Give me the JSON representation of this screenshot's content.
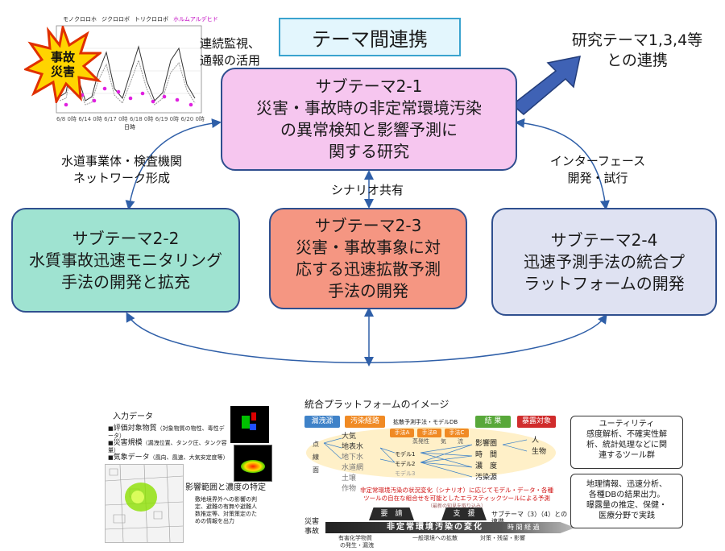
{
  "title": "テーマ間連携",
  "external_link": {
    "line1": "研究テーマ1,3,4等",
    "line2": "との連携"
  },
  "monitoring_note": {
    "line1": "連続監視、",
    "line2": "通報の活用"
  },
  "accident_badge": {
    "line1": "事故",
    "line2": "災害"
  },
  "chart_legend": [
    "モノクロロホ",
    "ジクロロボ",
    "トリクロロボ",
    "ホルムアルデヒド"
  ],
  "chart_xlabel": "日時",
  "chart_xticks": [
    "6/8 0時",
    "6/14 0時",
    "6/17 0時",
    "6/18 0時",
    "6/19 0時",
    "6/20 0時"
  ],
  "boxes": {
    "t21": {
      "lines": [
        "サブテーマ2-1",
        "災害・事故時の非定常環境汚染",
        "の異常検知と影響予測に",
        "関する研究"
      ],
      "color": "#f6c6ef"
    },
    "t22": {
      "lines": [
        "サブテーマ2-2",
        "水質事故迅速モニタリング",
        "手法の開発と拡充"
      ],
      "color": "#9fe3d1"
    },
    "t23": {
      "lines": [
        "サブテーマ2-3",
        "災害・事故事象に対",
        "応する迅速拡散予測",
        "手法の開発"
      ],
      "color": "#f59682"
    },
    "t24": {
      "lines": [
        "サブテーマ2-4",
        "迅速予測手法の統合プ",
        "ラットフォームの開発"
      ],
      "color": "#dfe2f2"
    }
  },
  "links": {
    "left": {
      "line1": "水道事業体・検査機関",
      "line2": "ネットワーク形成"
    },
    "center": "シナリオ共有",
    "right": {
      "line1": "インターフェース",
      "line2": "開発・試行"
    }
  },
  "bottom": {
    "input_data": {
      "heading": "入力データ",
      "items": [
        {
          "label": "評価対象物質",
          "detail": "（対象物質の物性、毒性データ）"
        },
        {
          "label": "災害規模",
          "detail": "（漏洩位置、タンク圧、タンク容量）"
        },
        {
          "label": "気象データ",
          "detail": "（風向、風速、大気安定度等）"
        }
      ]
    },
    "impact": {
      "heading": "影響範囲と濃度の特定",
      "lines": [
        "敷地境界外への影響の判",
        "定、避難の有無や避難人",
        "数推定等、対策策定のた",
        "めの情報を出力"
      ]
    },
    "platform_title": "統合プラットフォームのイメージ",
    "tags": {
      "source": "漏洩源",
      "path": "汚染経路",
      "model_db": "拡散予測手法・モデルDB",
      "result": "結 果",
      "exposure": "暴露対象",
      "method_a": "手法A",
      "method_b": "手法B",
      "method_c": "手法C"
    },
    "source_items": [
      "点",
      "線",
      "面"
    ],
    "path_items": [
      "大気",
      "地表水",
      "地下水",
      "水道網",
      "土壌",
      "作物"
    ],
    "model_items": [
      "モデル1",
      "モデル2",
      "モデル3"
    ],
    "model_labels": [
      "蒸発性",
      "気",
      "流"
    ],
    "result_items": [
      "影響圏",
      "時　間",
      "濃　度",
      "汚染源"
    ],
    "exposure_items": [
      "人",
      "生物"
    ],
    "red_note": {
      "line1": "非定常環境汚染の状況変化（シナリオ）に応じてモデル・データ・各種",
      "line2": "ツールの自在な組合せを可能としたエラスティックツールによる予測",
      "sub": "（最新の知見を取り込み）"
    },
    "request": "要　請",
    "support": "支　援",
    "collab": "サブテーマ（3）（4）との連携",
    "timeline_left": {
      "line1": "災害",
      "line2": "事故"
    },
    "timeline_main": "非定常環境汚染の変化",
    "timeline_right": "時 間 経 過",
    "timeline_captions": [
      "有害化学物質",
      "の発生・漏洩",
      "一般環境への拡散",
      "対策・残留・影響"
    ],
    "utility": {
      "title": "ユーティリティ",
      "lines": [
        "感度解析、不確実性解",
        "析、統計処理などに関",
        "連するツール群"
      ]
    },
    "geo": {
      "lines": [
        "地理情報、迅速分析、",
        "各種DBの結果出力。",
        "曝露量の推定、保健・",
        "医療分野で実践"
      ]
    }
  }
}
